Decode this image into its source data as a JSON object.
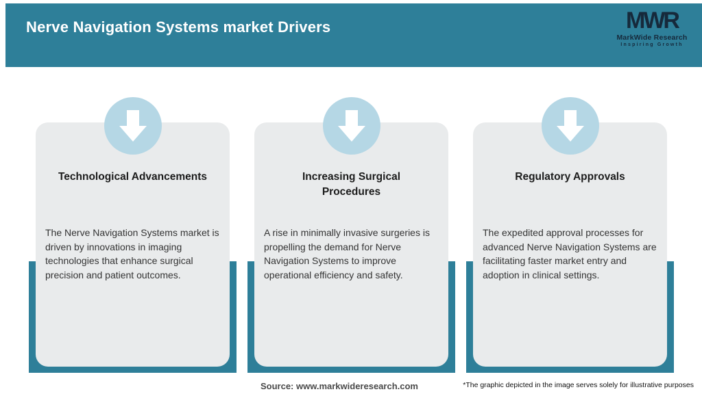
{
  "colors": {
    "accent_teal": "#2e7f99",
    "card_background": "#e9ebec",
    "icon_circle_blue": "#b5d7e5",
    "logo_navy": "#16293b",
    "title_text": "#1c1c1c",
    "body_text": "#333333"
  },
  "header": {
    "title": "Nerve Navigation Systems market Drivers"
  },
  "logo": {
    "monogram": "MWR",
    "name": "MarkWide Research",
    "tagline": "Inspiring Growth"
  },
  "cards": [
    {
      "icon": "arrow-down-icon",
      "title": "Technological Advancements",
      "body": "The Nerve Navigation Systems market is\ndriven by innovations in imaging\ntechnologies that enhance surgical\nprecision and patient outcomes."
    },
    {
      "icon": "arrow-down-icon",
      "title": "Increasing Surgical\nProcedures",
      "body": "A rise in minimally invasive surgeries is\npropelling the demand for Nerve\nNavigation Systems to improve\noperational efficiency and safety."
    },
    {
      "icon": "arrow-down-icon",
      "title": "Regulatory Approvals",
      "body": "The expedited approval processes for\nadvanced Nerve Navigation Systems are\nfacilitating faster market entry and\nadoption in clinical settings."
    }
  ],
  "footer": {
    "source": "Source: www.markwideresearch.com",
    "disclaimer": "*The graphic depicted in the image serves solely for illustrative purposes"
  }
}
